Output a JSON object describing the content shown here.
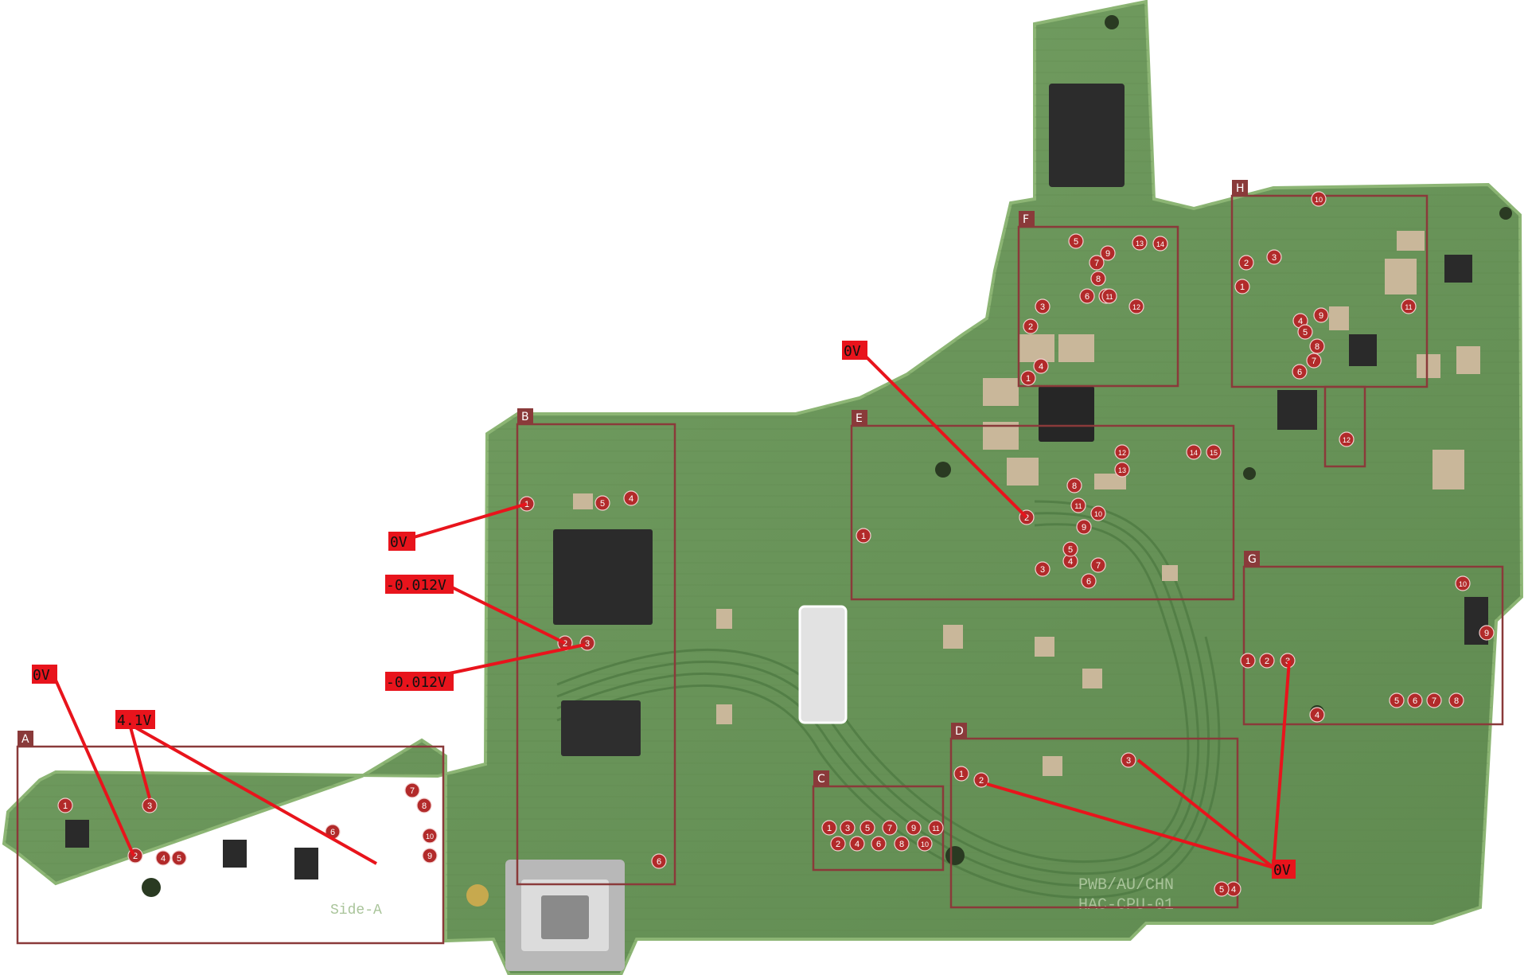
{
  "board": {
    "silkscreen_line1": "PWB/AU/CHN",
    "silkscreen_line2": "HAC-CPU-01",
    "side_marking": "Side-A"
  },
  "colors": {
    "pcb": "#6f9a5c",
    "pcb_dark": "#4d7a44",
    "pcb_edge": "#7faa68",
    "region_frame": "#8a3a3a",
    "annotation_red": "#e8141c",
    "pin_circle": "#b22a2a",
    "label_bg": "#e8141c"
  },
  "regions": [
    "A",
    "B",
    "C",
    "D",
    "E",
    "F",
    "G",
    "H"
  ],
  "voltage_labels": [
    {
      "id": "v-b1",
      "text": "0V"
    },
    {
      "id": "v-b2",
      "text": "-0.012V"
    },
    {
      "id": "v-b3",
      "text": "-0.012V"
    },
    {
      "id": "v-a1",
      "text": "0V"
    },
    {
      "id": "v-a2",
      "text": "4.1V"
    },
    {
      "id": "v-e1",
      "text": "0V"
    },
    {
      "id": "v-d1",
      "text": "0V"
    }
  ],
  "pins": {
    "A": [
      "1",
      "2",
      "3",
      "4",
      "5",
      "6",
      "7",
      "8",
      "9",
      "10"
    ],
    "B": [
      "1",
      "2",
      "3",
      "4",
      "5",
      "6"
    ],
    "C": [
      "1",
      "2",
      "3",
      "4",
      "5",
      "6",
      "7",
      "8",
      "9",
      "10",
      "11"
    ],
    "D": [
      "1",
      "2",
      "3",
      "4",
      "5"
    ],
    "E": [
      "1",
      "2",
      "3",
      "4",
      "5",
      "6",
      "7",
      "8",
      "9",
      "10",
      "11",
      "12",
      "13",
      "14",
      "15"
    ],
    "F": [
      "1",
      "2",
      "3",
      "4",
      "5",
      "6",
      "7",
      "8",
      "9",
      "10",
      "11",
      "12",
      "13",
      "14"
    ],
    "G": [
      "1",
      "2",
      "3",
      "4",
      "5",
      "6",
      "7",
      "8",
      "9",
      "10"
    ],
    "H": [
      "1",
      "2",
      "3",
      "4",
      "5",
      "6",
      "7",
      "8",
      "9",
      "10",
      "11",
      "12"
    ]
  }
}
